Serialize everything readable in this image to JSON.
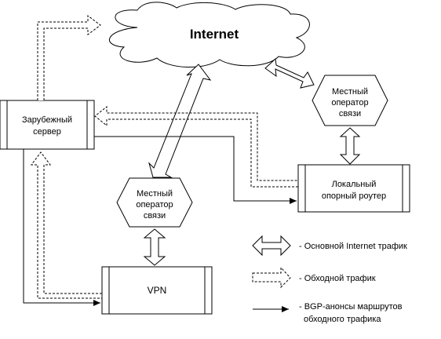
{
  "nodes": {
    "internet": "Internet",
    "foreign_server": [
      "Зарубежный",
      "сервер"
    ],
    "isp_top": [
      "Местный",
      "оператор",
      "связи"
    ],
    "isp_mid": [
      "Местный",
      "оператор",
      "связи"
    ],
    "local_router": [
      "Локальный",
      "опорный роутер"
    ],
    "vpn": "VPN"
  },
  "legend": {
    "main_traffic": "- Основной Internet трафик",
    "bypass_traffic": "- Обходной трафик",
    "bgp_line1": "- BGP-анонсы маршрутов",
    "bgp_line2": "обходного трафика"
  }
}
